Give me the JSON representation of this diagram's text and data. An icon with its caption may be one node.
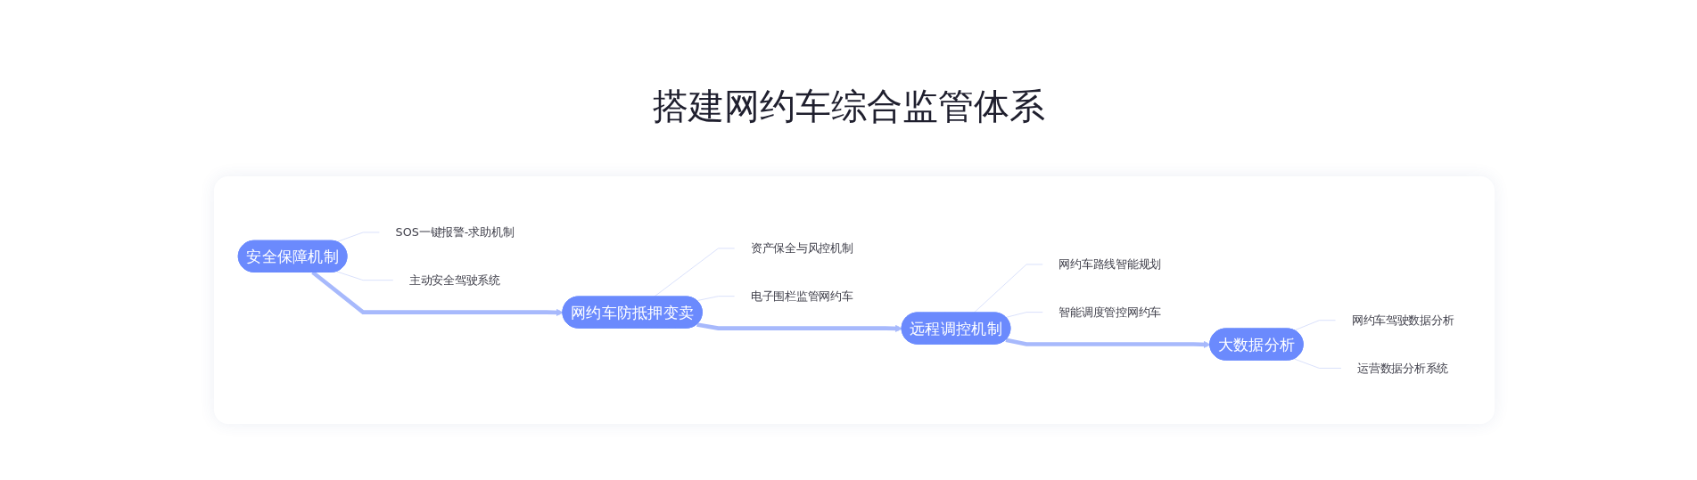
{
  "diagram": {
    "title": "搭建网约车综合监管体系",
    "nodes": [
      {
        "text": [
          "安全保障机制"
        ]
      },
      {
        "text": [
          "SOS一键报警-求助机制"
        ]
      },
      {
        "text": [
          "主动安全驾驶系统"
        ]
      },
      {
        "text": [
          "网约车防抵押变卖"
        ]
      },
      {
        "text": [
          "资产保全与风控机制"
        ]
      },
      {
        "text": [
          "电子围栏监管网约车"
        ]
      },
      {
        "text": [
          "远程调控机制"
        ]
      },
      {
        "text": [
          "网约车路线智能规划"
        ]
      },
      {
        "text": [
          "智能调度管控网约车"
        ]
      },
      {
        "text": [
          "大数据分析"
        ]
      },
      {
        "text": [
          "网约车驾驶数据分析"
        ]
      },
      {
        "text": [
          "运营数据分析系统"
        ]
      }
    ],
    "edges": [
      {
        "from": 0,
        "to": 1,
        "arrow": "none"
      },
      {
        "from": 0,
        "to": 2,
        "arrow": "none"
      },
      {
        "from": 0,
        "to": 3,
        "arrow": "to",
        "style": "thick",
        "color": "#a7b9fc"
      },
      {
        "from": 3,
        "to": 4,
        "arrow": "none"
      },
      {
        "from": 3,
        "to": 5,
        "arrow": "none"
      },
      {
        "from": 3,
        "to": 6,
        "arrow": "to",
        "style": "thick",
        "color": "#a7b9fc"
      },
      {
        "from": 6,
        "to": 7,
        "arrow": "none"
      },
      {
        "from": 6,
        "to": 8,
        "arrow": "none"
      },
      {
        "from": 6,
        "to": 9,
        "arrow": "to",
        "style": "thick",
        "color": "#a7b9fc"
      },
      {
        "from": 9,
        "to": 10,
        "arrow": "none"
      },
      {
        "from": 9,
        "to": 11,
        "arrow": "none"
      }
    ]
  }
}
